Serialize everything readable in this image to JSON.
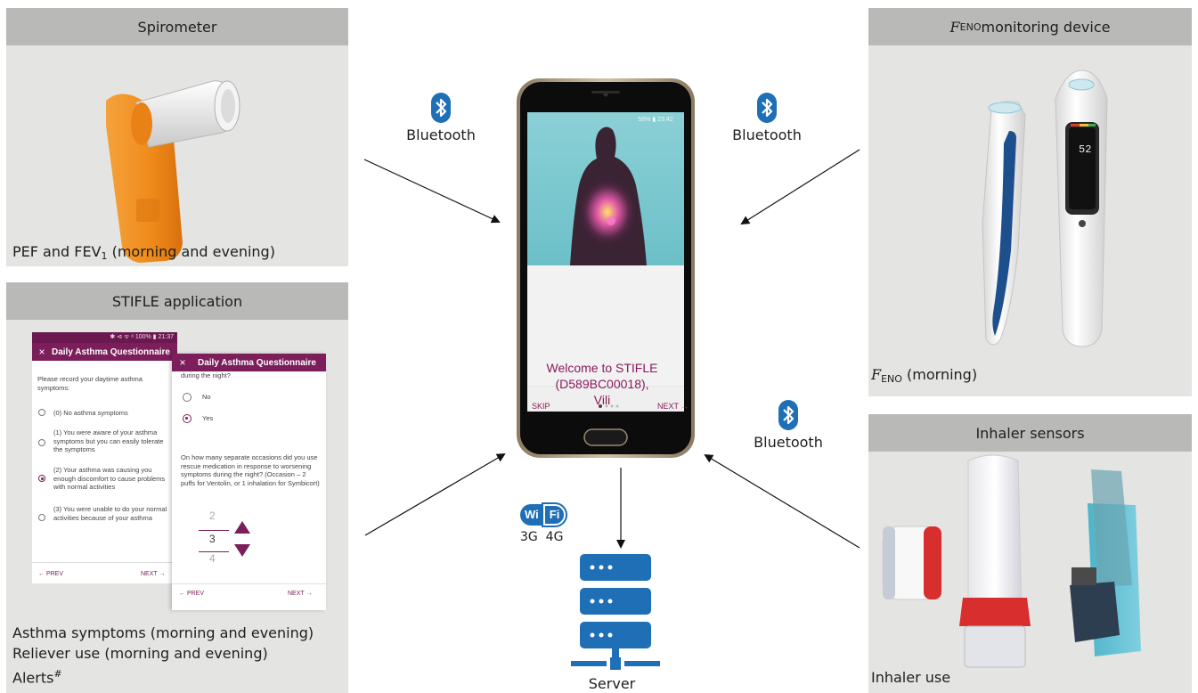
{
  "panels": {
    "spirometer": {
      "title": "Spirometer",
      "caption_pre": "PEF and FEV",
      "caption_sub": "1",
      "caption_post": " (morning and evening)"
    },
    "app": {
      "title": "STIFLE application",
      "caption_lines": [
        "Asthma symptoms (morning and evening)",
        "Reliever use (morning and evening)"
      ],
      "caption_alert": "Alerts",
      "caption_alert_sup": "#"
    },
    "feno": {
      "title_var": "F",
      "title_sub": "ENO",
      "title_rest": " monitoring device",
      "caption_var": "F",
      "caption_sub": "ENO",
      "caption_rest": " (morning)"
    },
    "inhaler": {
      "title": "Inhaler sensors",
      "caption": "Inhaler use"
    }
  },
  "connections": {
    "bluetooth_label": "Bluetooth",
    "wifi_label": "Wi",
    "wifi_bubble": "Fi",
    "network_label": "3G  4G"
  },
  "server": {
    "label": "Server"
  },
  "phone": {
    "status_bar": "58% ▮ 23:42",
    "welcome_line1": "Welcome to STIFLE",
    "welcome_line2": "(D589BC00018),",
    "welcome_line3": "Vili",
    "skip": "SKIP",
    "next": "NEXT →"
  },
  "app_screen_1": {
    "status": "✱ ⊲ ᯤ ᵃ 100% ▮ 21:37",
    "close": "×",
    "title": "Daily Asthma Questionnaire",
    "question": "Please record your daytime asthma symptoms:",
    "options": [
      "(0) No asthma symptoms",
      "(1) You were aware of your asthma symptoms but you can easily tolerate the symptoms",
      "(2) Your asthma was causing you enough discomfort to cause problems with normal activities",
      "(3) You were unable to do your normal activities because of your asthma"
    ],
    "selected_index": 2,
    "prev": "← PREV",
    "next": "NEXT →"
  },
  "app_screen_2": {
    "close": "×",
    "title": "Daily Asthma Questionnaire",
    "partial_question": "during the night?",
    "options": [
      "No",
      "Yes"
    ],
    "selected_index": 1,
    "question": "On how many separate occasions did you use rescue medication in response to worsening symptoms during the night? (Occasion – 2 puffs for Ventolin, or 1 inhalation for Symbicort)",
    "picker_above": "2",
    "picker_value": "3",
    "picker_below": "4",
    "prev": "← PREV",
    "next": "NEXT →"
  },
  "device_display": {
    "value": "52"
  },
  "colors": {
    "panel_bg": "#e4e4e2",
    "panel_header": "#b9b9b7",
    "bluetooth_blue": "#1f6fb6",
    "server_blue": "#1f6fb6",
    "app_purple": "#7b1e5a",
    "spirometer_orange": "#f08a1c"
  }
}
